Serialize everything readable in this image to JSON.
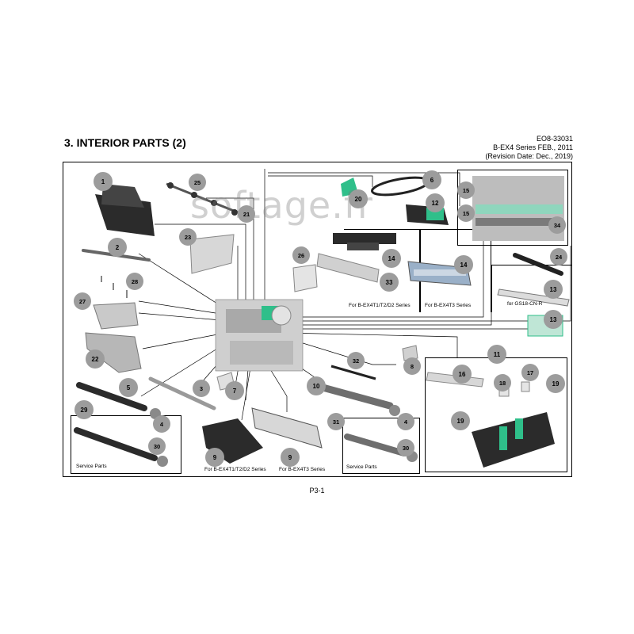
{
  "header": {
    "title": "3. INTERIOR PARTS (2)",
    "doc_number": "EO8-33031",
    "series_date": "B-EX4 Series FEB., 2011",
    "revision": "(Revision Date: Dec., 2019)"
  },
  "watermark": "softage.fr",
  "footer": {
    "page": "P3-1"
  },
  "notes": {
    "ex4t1": "For B-EX4T1/T2/D2 Series",
    "ex4t3": "For B-EX4T3 Series",
    "gs18": "for GS18-CN-R",
    "service_left": "Service Parts",
    "service_right": "Service Parts",
    "bottom_9a": "For B-EX4T1/T2/D2 Series",
    "bottom_9b": "For B-EX4T3 Series"
  },
  "callouts": [
    "1",
    "25",
    "21",
    "20",
    "6",
    "12",
    "15",
    "15",
    "34",
    "2",
    "23",
    "26",
    "14",
    "33",
    "14",
    "24",
    "28",
    "27",
    "13",
    "13",
    "22",
    "32",
    "8",
    "11",
    "16",
    "18",
    "17",
    "19",
    "5",
    "3",
    "7",
    "10",
    "4",
    "19",
    "29",
    "31",
    "4",
    "30",
    "9",
    "9",
    "30"
  ],
  "colors": {
    "callout_fill": "#9c9c9c",
    "accent_green": "#2fbf8a",
    "part_dark": "#2b2b2b",
    "part_grey": "#9a9a9a"
  }
}
